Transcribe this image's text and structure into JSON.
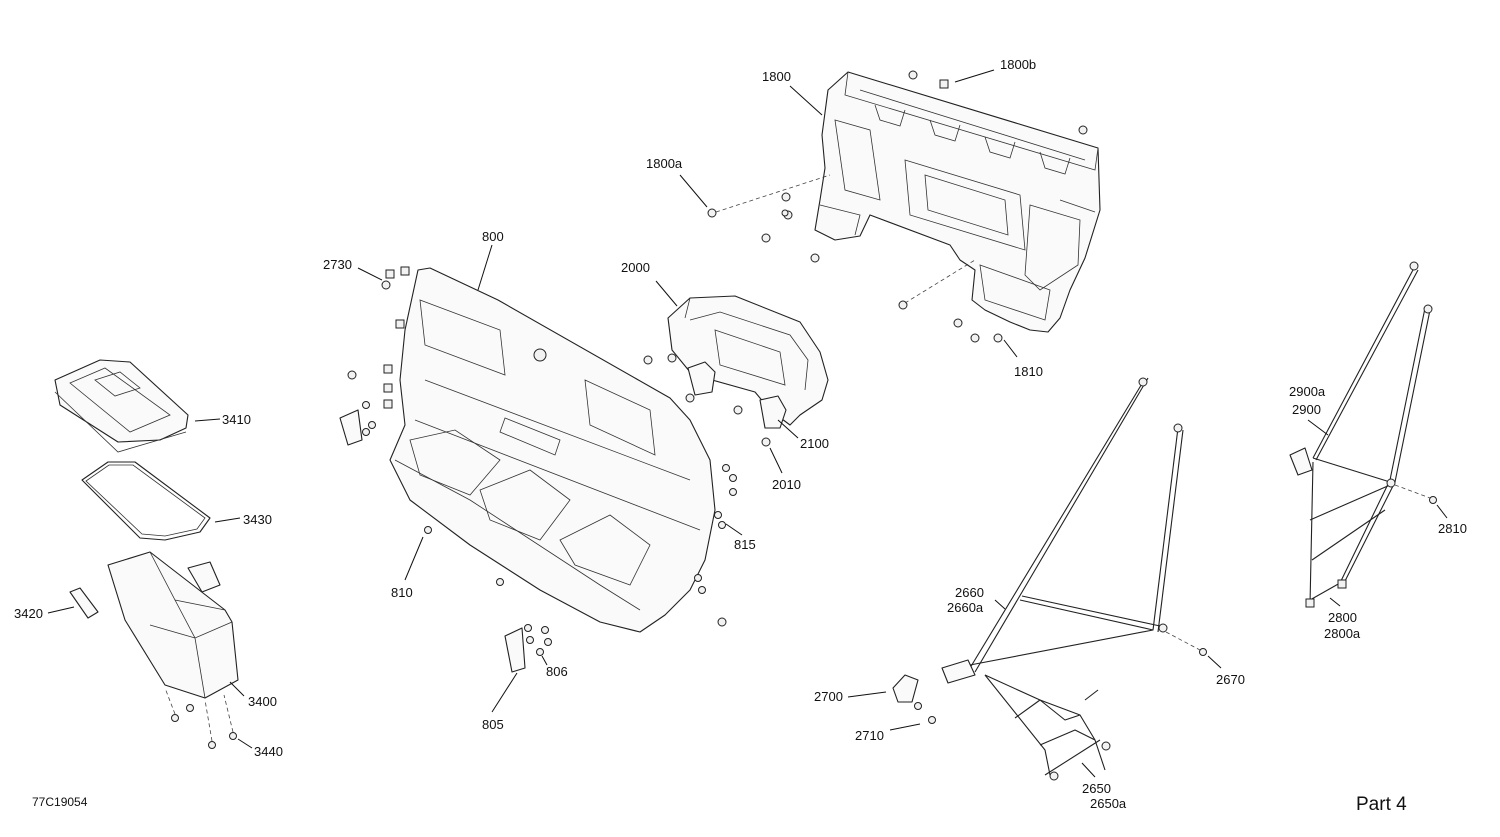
{
  "diagram_id": "77C19054",
  "page_label": "Part 4",
  "callouts": {
    "c1800": "1800",
    "c1800b": "1800b",
    "c1800a": "1800a",
    "c1810": "1810",
    "c800": "800",
    "c2730": "2730",
    "c2000": "2000",
    "c2100": "2100",
    "c2010": "2010",
    "c815": "815",
    "c810": "810",
    "c806": "806",
    "c805": "805",
    "c3410": "3410",
    "c3430": "3430",
    "c3420": "3420",
    "c3400": "3400",
    "c3440": "3440",
    "c2660": "2660",
    "c2660a": "2660a",
    "c2670": "2670",
    "c2700": "2700",
    "c2710": "2710",
    "c2650": "2650",
    "c2650a": "2650a",
    "c2900a": "2900a",
    "c2900": "2900",
    "c2810": "2810",
    "c2800": "2800",
    "c2800a": "2800a"
  }
}
